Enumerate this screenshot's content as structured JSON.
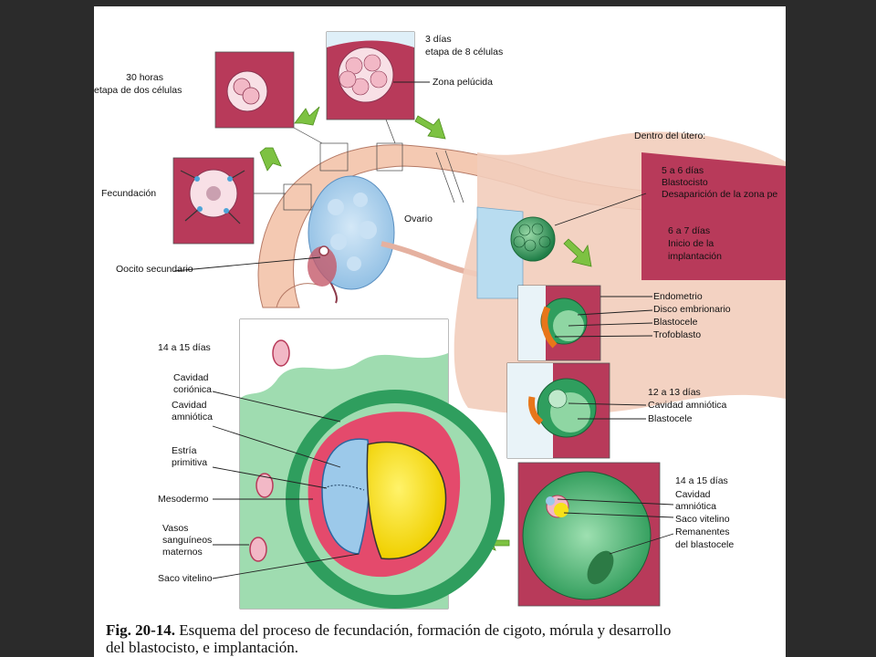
{
  "figure": {
    "labels": {
      "h30": "30 horas",
      "two_cell": "etapa de dos células",
      "d3": "3 días",
      "eight_cell": "etapa de 8 células",
      "zona": "Zona pelúcida",
      "dentro": "Dentro del útero:",
      "fecundacion": "Fecundación",
      "ovario": "Ovario",
      "oocito": "Oocito secundario",
      "d5_6": "5 a 6 días",
      "blastocisto": "Blastocisto",
      "desaparicion": "Desaparición de la zona pe",
      "d6_7": "6 a 7 días",
      "inicio": "Inicio de la",
      "implantacion": "implantación",
      "endometrio": "Endometrio",
      "disco": "Disco embrionario",
      "blastocele1": "Blastocele",
      "trofoblasto": "Trofoblasto",
      "d12_13": "12 a 13 días",
      "cav_amn1": "Cavidad amniótica",
      "blastocele2": "Blastocele",
      "d14_15_right": "14 a 15 días",
      "cavidad2": "Cavidad",
      "amniotica2": "amniótica",
      "saco_vit2": "Saco vitelino",
      "remanentes": "Remanentes",
      "del_blastocele": "del blastocele",
      "d14_15_left": "14 a 15 días",
      "cavidad": "Cavidad",
      "corionica": "coriónica",
      "cavidad_a": "Cavidad",
      "amniotica": "amniótica",
      "estria": "Estría",
      "primitiva": "primitiva",
      "mesodermo": "Mesodermo",
      "vasos": "Vasos",
      "sanguineos": "sanguíneos",
      "maternos": "maternos",
      "saco_vitelino": "Saco vitelino"
    },
    "caption": {
      "bold": "Fig. 20-14.",
      "line1": " Esquema del proceso de fecundación, formación de cigoto, mórula y desarrollo",
      "line2": "del blastocisto, e implantación."
    },
    "colors": {
      "frame_bg": "#2b2b2b",
      "tissue_red": "#b83a5a",
      "pink": "#f2b8c6",
      "green": "#2f9e5e",
      "light_green": "#8fd6a3",
      "yellow": "#f7e11a",
      "blue": "#9cc9ea",
      "arrow_green": "#7dc242"
    }
  }
}
